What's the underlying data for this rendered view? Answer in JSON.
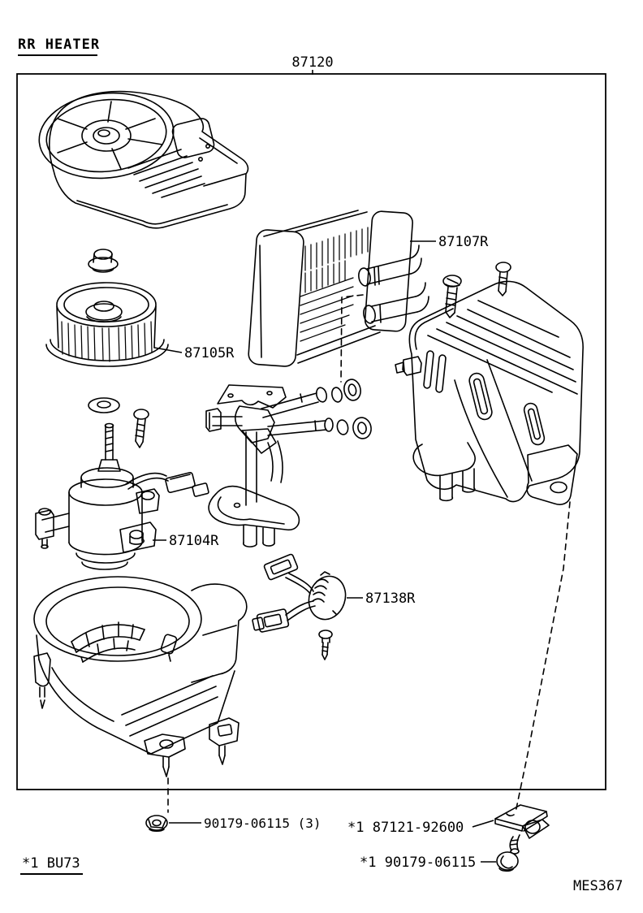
{
  "labels": {
    "title": "RR HEATER",
    "assembly": "87120",
    "heater_core": "87107R",
    "blower_wheel": "87105R",
    "blower_motor": "87104R",
    "heater_resistor": "87138R",
    "screw_qty": "90179-06115 (3)",
    "bracket": "*1 87121-92600",
    "nut": "*1 90179-06115",
    "footnote": "*1 BU73",
    "figure_code": "MES367"
  },
  "colors": {
    "line": "#000000",
    "background": "#ffffff"
  }
}
